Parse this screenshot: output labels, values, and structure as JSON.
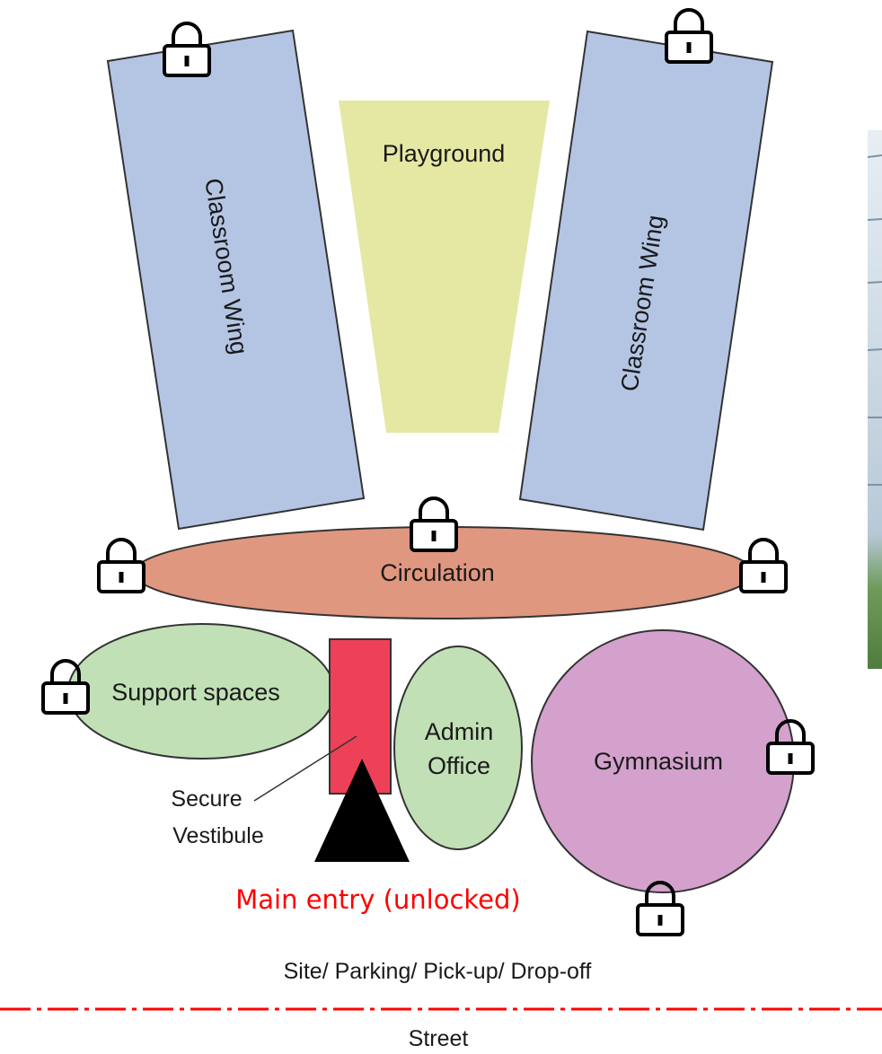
{
  "colors": {
    "classroom_fill": "#b4c5e4",
    "playground_fill": "#e5e8a3",
    "circulation_fill": "#e0977f",
    "support_fill": "#c1e0b6",
    "admin_fill": "#c1e0b6",
    "gym_fill": "#d3a1cc",
    "vestibule_fill": "#ee4157",
    "entry_text": "#ff0000",
    "boundary_line": "#ff0000"
  },
  "icons": {
    "lock": "lock-icon",
    "entry": "entry-arrow-icon"
  },
  "labels": {
    "classroom_left": "Classroom Wing",
    "classroom_right": "Classroom Wing",
    "playground": "Playground",
    "circulation": "Circulation",
    "support": "Support spaces",
    "admin_line1": "Admin",
    "admin_line2": "Office",
    "gymnasium": "Gymnasium",
    "vestibule_line1": "Secure",
    "vestibule_line2": "Vestibule",
    "main_entry": "Main entry (unlocked)",
    "site": "Site/ Parking/ Pick-up/ Drop-off",
    "street": "Street"
  }
}
